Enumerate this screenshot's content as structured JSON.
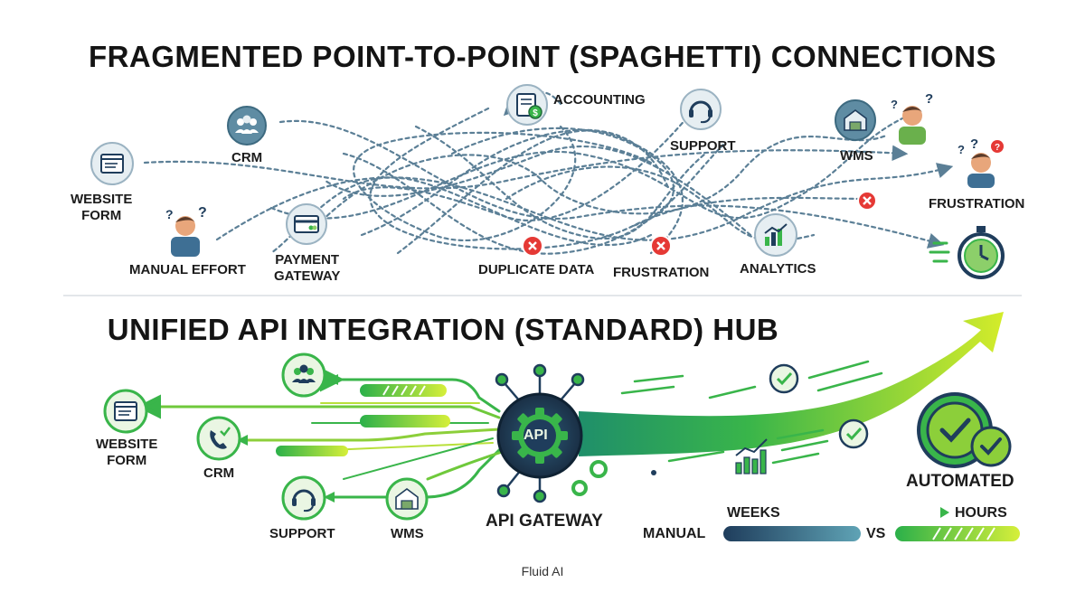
{
  "top": {
    "title": "FRAGMENTED POINT-TO-POINT (SPAGHETTI) CONNECTIONS",
    "nodes": {
      "website_form": "WEBSITE\nFORM",
      "crm": "CRM",
      "manual_effort": "MANUAL EFFORT",
      "payment_gateway": "PAYMENT\nGATEWAY",
      "accounting": "ACCOUNTING",
      "duplicate_data": "DUPLICATE DATA",
      "frustration_mid": "FRUSTRATION",
      "support": "SUPPORT",
      "analytics": "ANALYTICS",
      "wms": "WMS",
      "frustration_right": "FRUSTRATION"
    }
  },
  "bottom": {
    "title": "UNIFIED API INTEGRATION (STANDARD) HUB",
    "nodes": {
      "website_form": "WEBSITE\nFORM",
      "crm": "CRM",
      "support": "SUPPORT",
      "wms": "WMS",
      "api_badge": "API",
      "api_gateway": "API GATEWAY",
      "automated": "AUTOMATED"
    },
    "comparison": {
      "manual": "MANUAL",
      "weeks": "WEEKS",
      "vs": "VS",
      "hours": "HOURS"
    }
  },
  "footer": "Fluid AI",
  "colors": {
    "navy": "#1f3d5c",
    "teal": "#3d7f8a",
    "green": "#39b54a",
    "lime": "#c6e83a",
    "red": "#e53935",
    "dash": "#5b7f96"
  },
  "icons": [
    "website-form-icon",
    "crm-icon",
    "person-confused-icon",
    "payment-card-icon",
    "accounting-icon",
    "error-x-icon",
    "support-headset-icon",
    "analytics-chart-icon",
    "wms-warehouse-icon",
    "stopwatch-icon",
    "api-gear-icon",
    "check-icon"
  ]
}
